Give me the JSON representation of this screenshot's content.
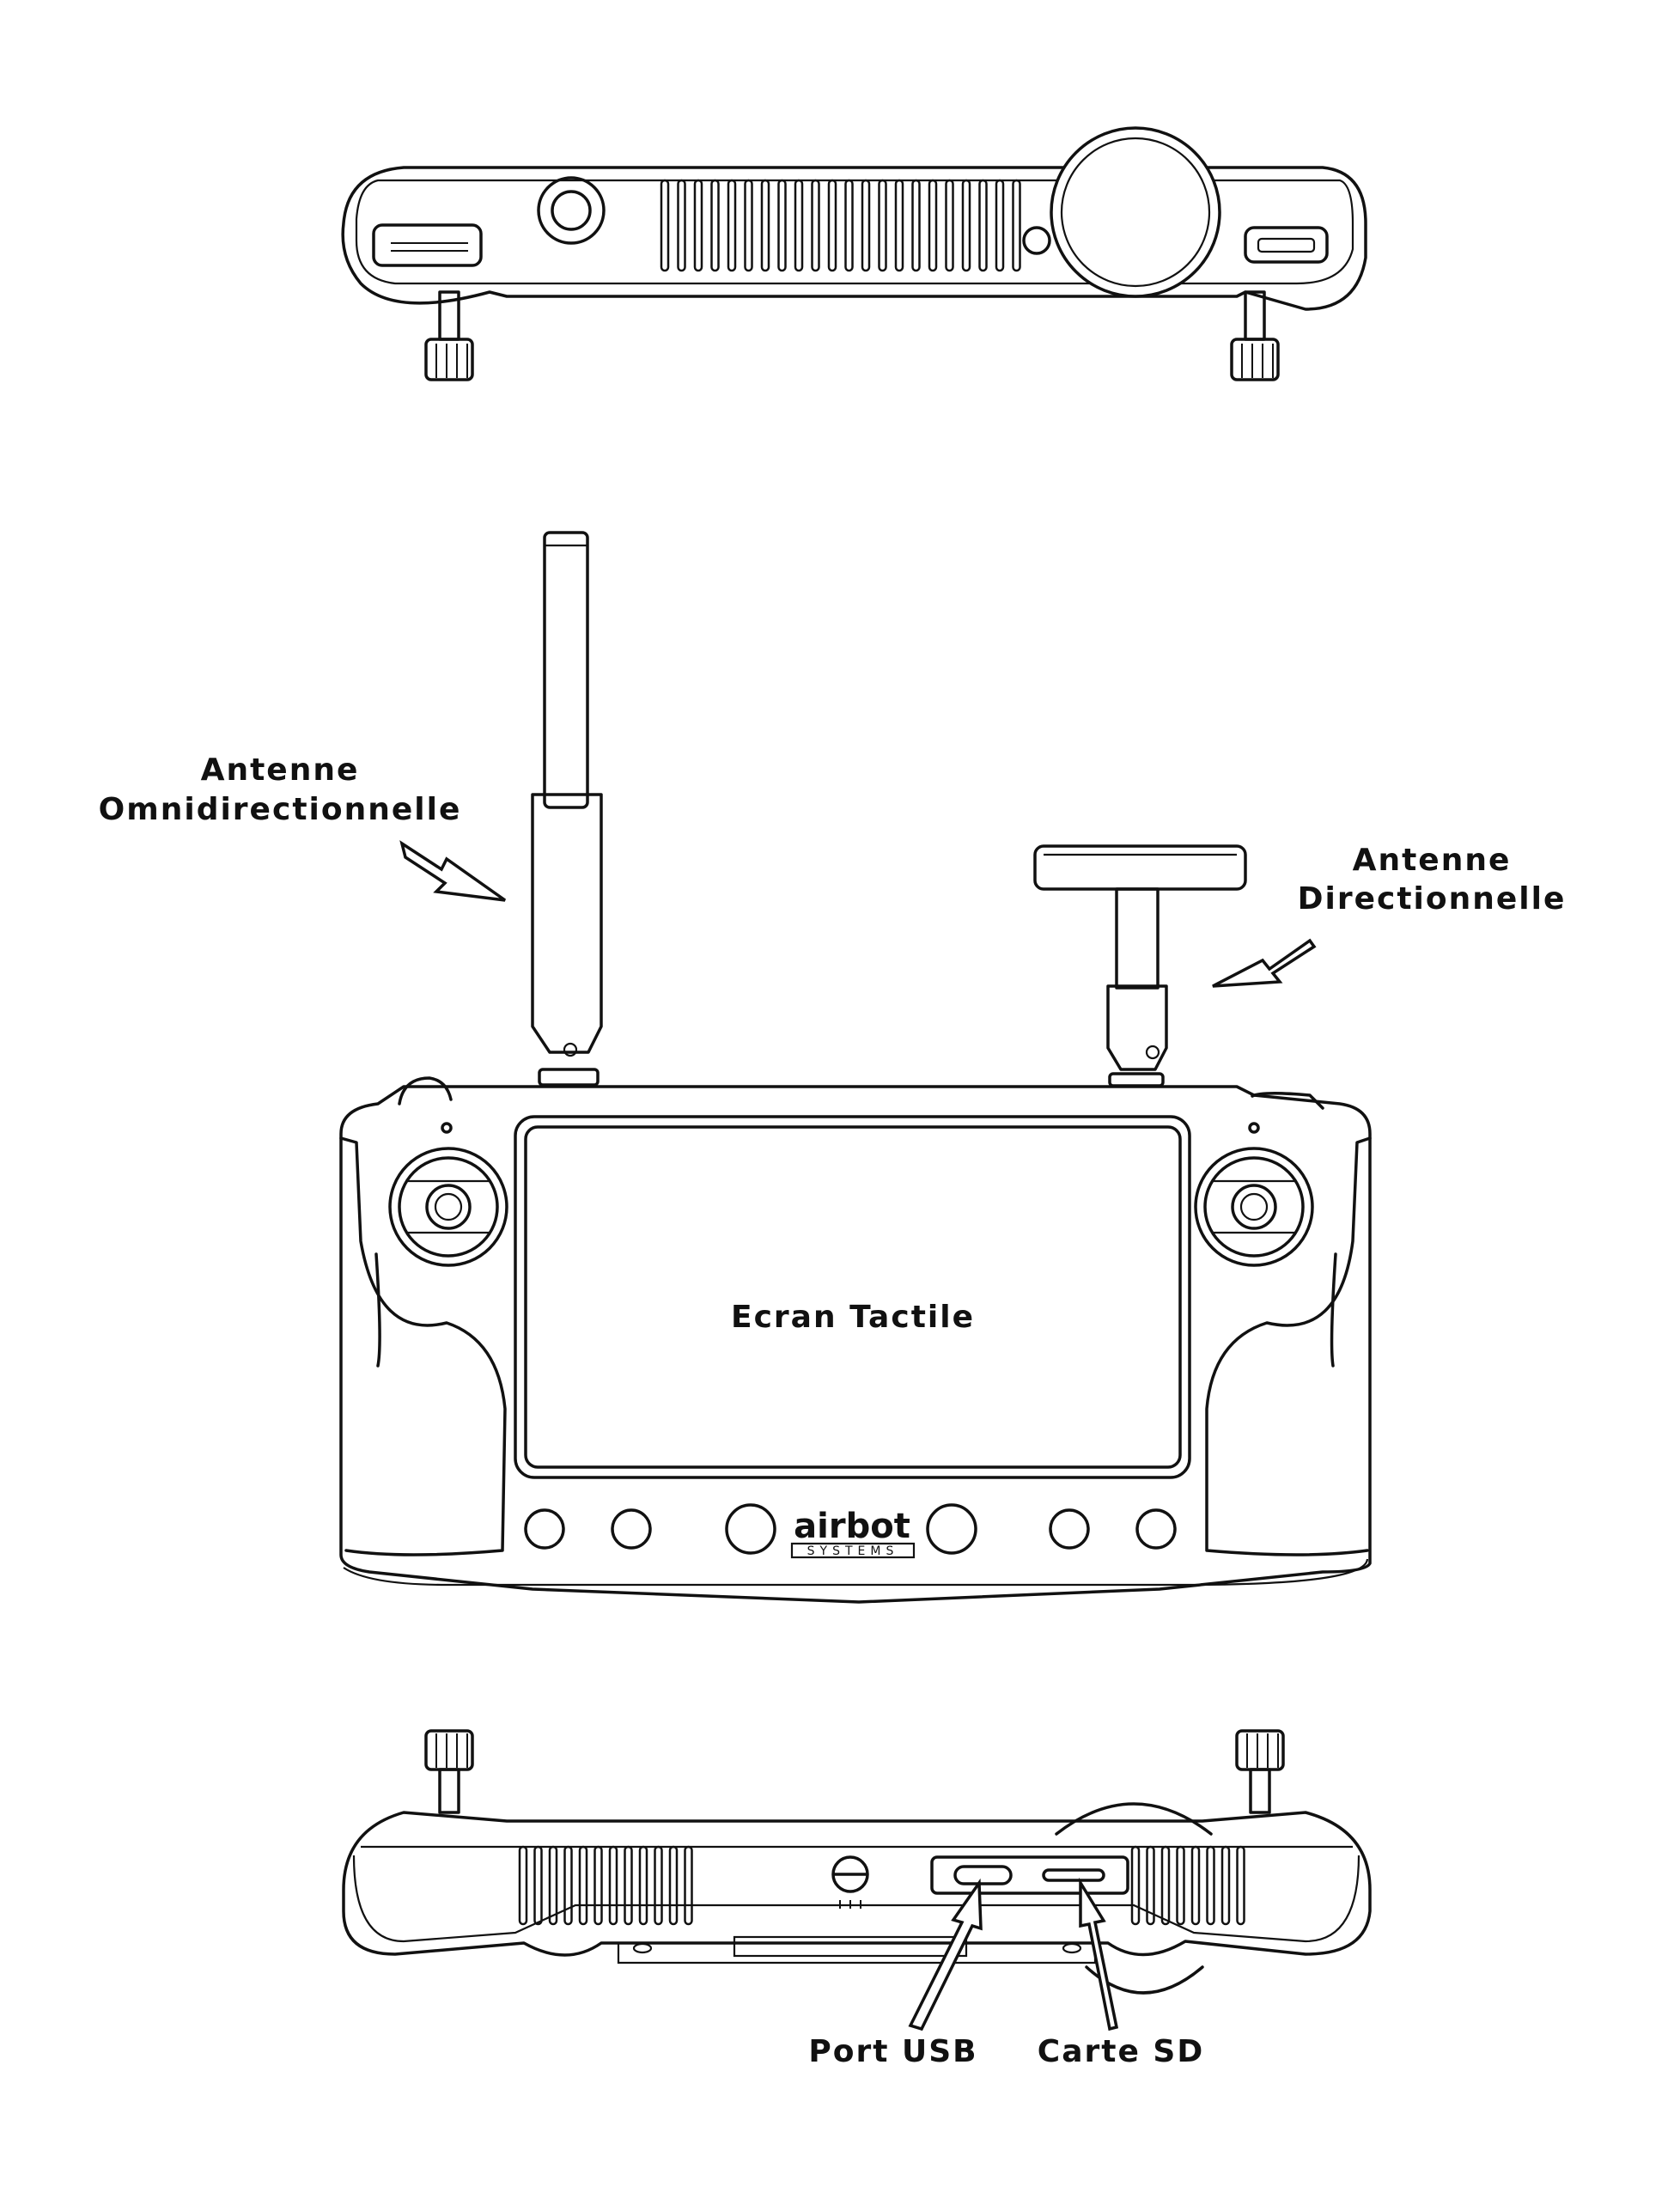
{
  "labels": {
    "omni_line1": "Antenne",
    "omni_line2": "Omnidirectionnelle",
    "dir_line1": "Antenne",
    "dir_line2": "Directionnelle",
    "screen": "Ecran Tactile",
    "usb": "Port USB",
    "sd": "Carte SD"
  },
  "brand": {
    "name": "airbot",
    "sub": "SYSTEMS"
  }
}
